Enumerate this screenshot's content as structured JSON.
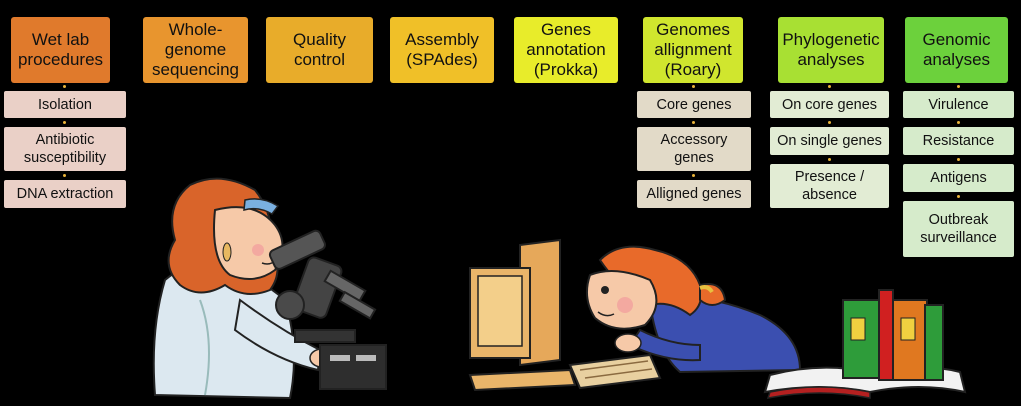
{
  "steps": [
    {
      "label": "Wet lab\nprocedures",
      "color": "#e07a2c",
      "item_color": "#ead0c7",
      "items": [
        "Isolation",
        "Antibiotic\nsusceptibility",
        "DNA extraction"
      ]
    },
    {
      "label": "Whole-\ngenome\nsequencing",
      "color": "#e8952e",
      "item_color": "",
      "items": []
    },
    {
      "label": "Quality\ncontrol",
      "color": "#e8ac2a",
      "item_color": "",
      "items": []
    },
    {
      "label": "Assembly\n(SPAdes)",
      "color": "#f0c028",
      "item_color": "",
      "items": []
    },
    {
      "label": "Genes\nannotation\n(Prokka)",
      "color": "#e8ec2a",
      "item_color": "",
      "items": []
    },
    {
      "label": "Genomes\nallignment\n(Roary)",
      "color": "#d0e62e",
      "item_color": "#e2dac8",
      "items": [
        "Core genes",
        "Accessory\ngenes",
        "Alligned genes"
      ]
    },
    {
      "label": "Phylogenetic\nanalyses",
      "color": "#a8e033",
      "item_color": "#e2ecd4",
      "items": [
        "On core genes",
        "On single genes",
        "Presence /\nabsence"
      ]
    },
    {
      "label": "Genomic\nanalyses",
      "color": "#6cd13c",
      "item_color": "#d6ebcb",
      "items": [
        "Virulence",
        "Resistance",
        "Antigens",
        "Outbreak\nsurveillance"
      ]
    }
  ],
  "colors": {
    "background": "#000000",
    "connector": "#e8b33a"
  },
  "illustrations": [
    {
      "name": "scientist-with-microscope-illustration"
    },
    {
      "name": "child-at-computer-illustration"
    },
    {
      "name": "books-illustration"
    }
  ]
}
